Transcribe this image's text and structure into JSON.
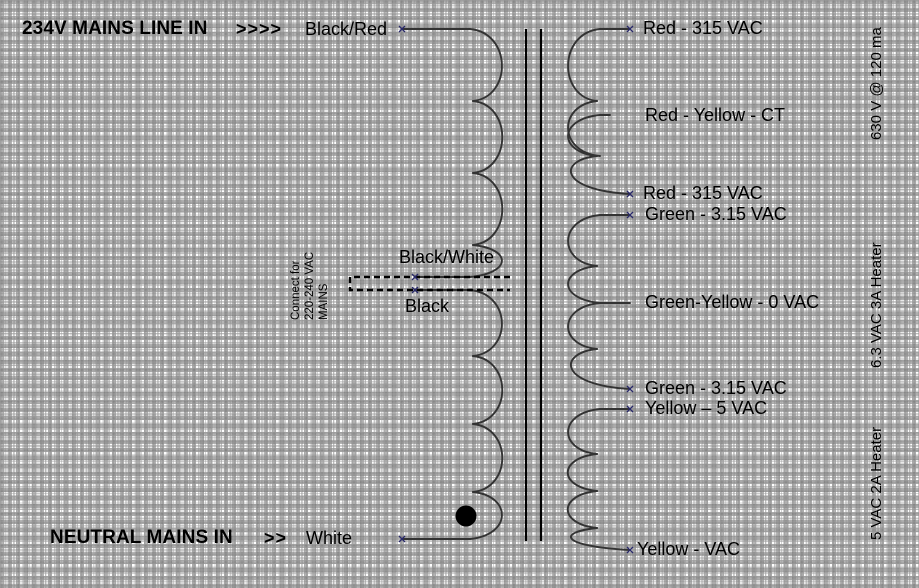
{
  "diagram": {
    "title_primary": "234V MAINS LINE IN",
    "arrow_primary": ">>>>",
    "lead_primary_top": "Black/Red",
    "title_neutral": "NEUTRAL MAINS IN",
    "arrow_neutral": ">>",
    "lead_neutral": "White",
    "tap_black_white": "Black/White",
    "tap_black": "Black",
    "jumper_note_line1": "Connect for",
    "jumper_note_line2": "220-240  VAC",
    "jumper_note_line3": "MAINS",
    "secondary_leads": [
      {
        "name": "hv-red-top",
        "text": "Red  - 315 VAC"
      },
      {
        "name": "hv-center-tap",
        "text": "Red - Yellow - CT"
      },
      {
        "name": "hv-red-bottom",
        "text": "Red  - 315 VAC"
      },
      {
        "name": "heater63-green-top",
        "text": "Green  - 3.15 VAC"
      },
      {
        "name": "heater63-ct",
        "text": "Green-Yellow  - 0 VAC"
      },
      {
        "name": "heater63-green-bottom",
        "text": "Green  - 3.15 VAC"
      },
      {
        "name": "heater5-yellow-top",
        "text": "Yellow – 5 VAC"
      },
      {
        "name": "heater5-yellow-bottom",
        "text": "Yellow  -  VAC"
      }
    ],
    "winding_ratings": [
      {
        "name": "hv-rating",
        "text": "630 V @ 120 ma"
      },
      {
        "name": "heater-63-rating",
        "text": "6.3 VAC 3A Heater"
      },
      {
        "name": "heater-5-rating",
        "text": "5 VAC 2A Heater"
      }
    ],
    "colors": {
      "wire": "#333333",
      "core": "#000000",
      "text": "#000000",
      "grid": "#a0a0a0",
      "dot": "#000000"
    }
  }
}
